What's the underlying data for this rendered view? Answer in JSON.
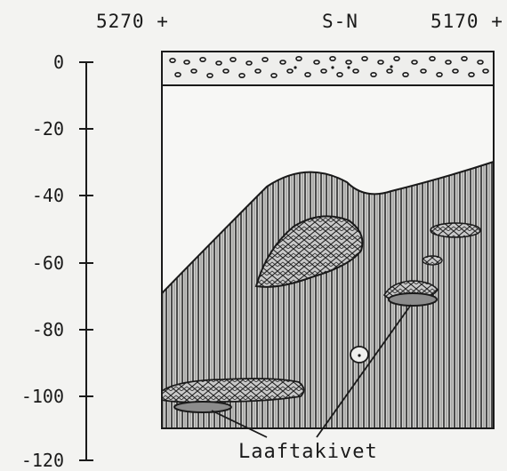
{
  "header": {
    "left_coord": "5270 +",
    "center_label": "S-N",
    "right_coord": "5170 +"
  },
  "depth_axis": {
    "ticks": [
      "0",
      "-20",
      "-40",
      "-60",
      "-80",
      "-100",
      "-120"
    ]
  },
  "annotation": {
    "label": "Laaftakivet"
  },
  "colors": {
    "ink": "#1a1a1a",
    "paper": "#f3f3f1",
    "hatch_fill": "#c8c8c8"
  }
}
